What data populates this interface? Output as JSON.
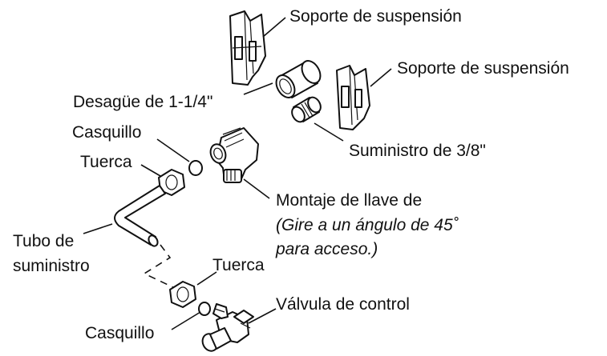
{
  "labels": {
    "hanger_top": "Soporte de suspensión",
    "hanger_right": "Soporte de suspensión",
    "drain": "Desagüe de 1-1/4\"",
    "supply": "Suministro de 3/8\"",
    "ferrule_top": "Casquillo",
    "nut_top": "Tuerca",
    "faucet_mount": "Montaje de llave de",
    "faucet_note_1": "(Gire a un ángulo de 45˚",
    "faucet_note_2": "para acceso.)",
    "supply_tube_1": "Tubo de",
    "supply_tube_2": "suministro",
    "nut_bottom": "Tuerca",
    "control_valve": "Válvula de control",
    "ferrule_bottom": "Casquillo"
  }
}
